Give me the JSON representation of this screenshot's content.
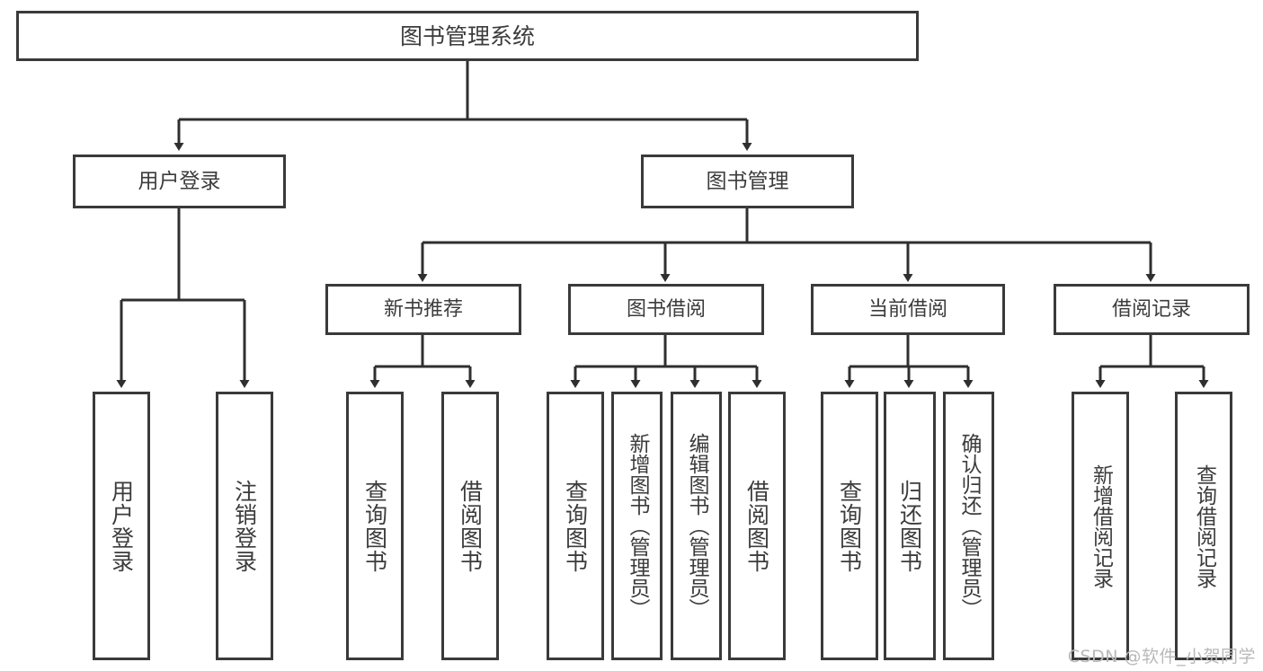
{
  "diagram": {
    "title": "图书管理系统",
    "type": "function-structure-tree",
    "stroke_color": "#3a3a3a",
    "text_color": "#3c3c3c",
    "background_color": "#ffffff",
    "watermark": "CSDN @软件_小贺同学",
    "root": {
      "label": "图书管理系统"
    },
    "level1": [
      {
        "label": "用户登录"
      },
      {
        "label": "图书管理"
      }
    ],
    "level2": [
      {
        "label": "新书推荐"
      },
      {
        "label": "图书借阅"
      },
      {
        "label": "当前借阅"
      },
      {
        "label": "借阅记录"
      }
    ],
    "leaves": {
      "user_login": [
        {
          "label": "用户登录"
        },
        {
          "label": "注销登录"
        }
      ],
      "new_book_recommend": [
        {
          "label": "查询图书"
        },
        {
          "label": "借阅图书"
        }
      ],
      "book_borrow": [
        {
          "label": "查询图书"
        },
        {
          "label": "新增图书（管理员）"
        },
        {
          "label": "编辑图书（管理员）"
        },
        {
          "label": "借阅图书"
        }
      ],
      "current_borrow": [
        {
          "label": "查询图书"
        },
        {
          "label": "归还图书"
        },
        {
          "label": "确认归还（管理员）"
        }
      ],
      "borrow_record": [
        {
          "label": "新增借阅记录"
        },
        {
          "label": "查询借阅记录"
        }
      ]
    }
  }
}
